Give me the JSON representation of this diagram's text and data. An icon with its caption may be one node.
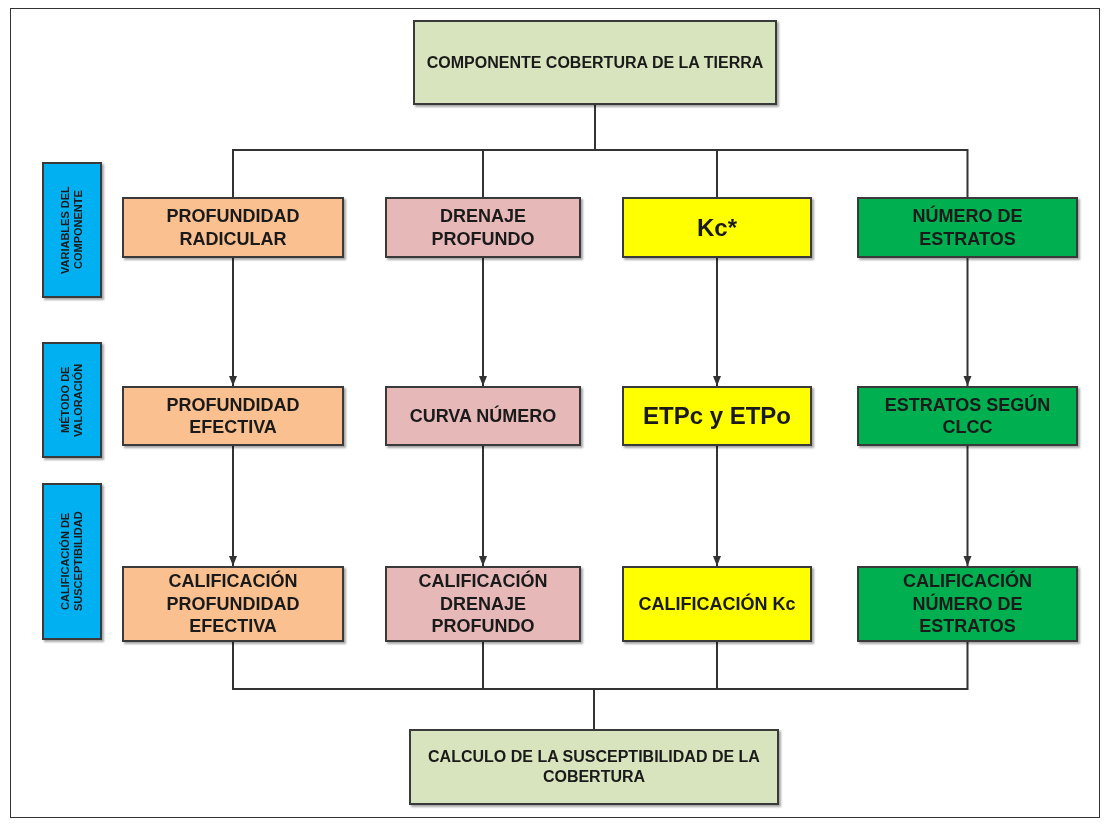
{
  "diagram": {
    "nodes": [
      {
        "text": [
          "COMPONENTE COBERTURA DE LA TIERRA"
        ]
      },
      {
        "text": [
          "VARIABLES DEL COMPONENTE"
        ]
      },
      {
        "text": [
          "PROFUNDIDAD RADICULAR"
        ]
      },
      {
        "text": [
          "DRENAJE PROFUNDO"
        ]
      },
      {
        "text": [
          "Kc*"
        ]
      },
      {
        "text": [
          "NÚMERO DE ESTRATOS"
        ]
      },
      {
        "text": [
          "MÉTODO DE VALORACIÓN"
        ]
      },
      {
        "text": [
          "PROFUNDIDAD EFECTIVA"
        ]
      },
      {
        "text": [
          "CURVA NÚMERO"
        ]
      },
      {
        "text": [
          "ETPc y ETPo"
        ]
      },
      {
        "text": [
          "ESTRATOS SEGÚN CLCC"
        ]
      },
      {
        "text": [
          "CALIFICACIÓN DE SUSCEPTIBILIDAD"
        ]
      },
      {
        "text": [
          "CALIFICACIÓN PROFUNDIDAD EFECTIVA"
        ]
      },
      {
        "text": [
          "CALIFICACIÓN DRENAJE PROFUNDO"
        ]
      },
      {
        "text": [
          "CALIFICACIÓN Kc"
        ]
      },
      {
        "text": [
          "CALIFICACIÓN NÚMERO DE ESTRATOS"
        ]
      },
      {
        "text": [
          "CALCULO DE LA SUSCEPTIBILIDAD DE LA COBERTURA"
        ]
      }
    ],
    "edges": [
      {
        "from": 0,
        "to": 2,
        "arrow": "none"
      },
      {
        "from": 0,
        "to": 3,
        "arrow": "none"
      },
      {
        "from": 0,
        "to": 4,
        "arrow": "none"
      },
      {
        "from": 0,
        "to": 5,
        "arrow": "none"
      },
      {
        "from": 2,
        "to": 7,
        "arrow": "to"
      },
      {
        "from": 3,
        "to": 8,
        "arrow": "to"
      },
      {
        "from": 4,
        "to": 9,
        "arrow": "to"
      },
      {
        "from": 5,
        "to": 10,
        "arrow": "to"
      },
      {
        "from": 7,
        "to": 12,
        "arrow": "to"
      },
      {
        "from": 8,
        "to": 13,
        "arrow": "to"
      },
      {
        "from": 9,
        "to": 14,
        "arrow": "to"
      },
      {
        "from": 10,
        "to": 15,
        "arrow": "to"
      },
      {
        "from": 12,
        "to": 16,
        "arrow": "none"
      },
      {
        "from": 13,
        "to": 16,
        "arrow": "none"
      },
      {
        "from": 14,
        "to": 16,
        "arrow": "none"
      },
      {
        "from": 15,
        "to": 16,
        "arrow": "none"
      }
    ]
  }
}
